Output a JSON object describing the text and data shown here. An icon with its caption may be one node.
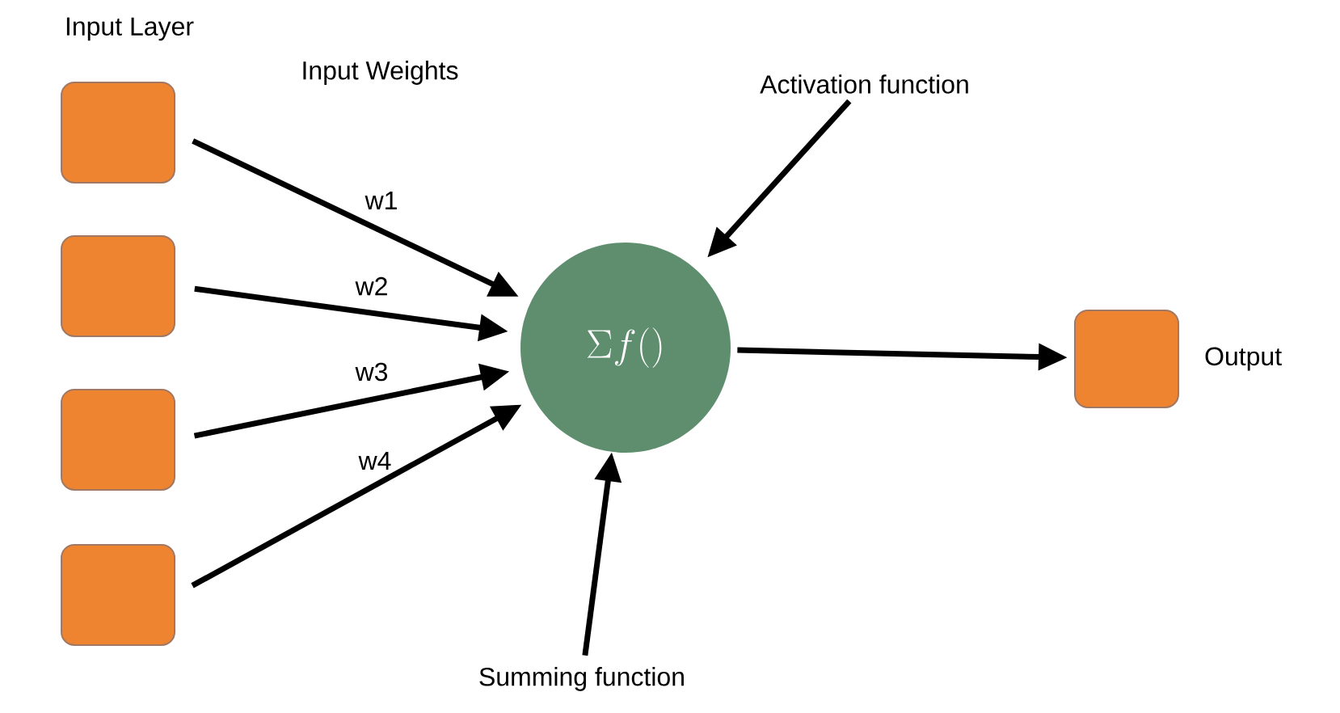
{
  "diagram": {
    "nodes": [
      {
        "text": [],
        "shape": "box"
      },
      {
        "text": [],
        "shape": "box"
      },
      {
        "text": [],
        "shape": "box"
      },
      {
        "text": [],
        "shape": "box"
      },
      {
        "text": [
          "\\Sigma f()"
        ]
      },
      {
        "text": [],
        "shape": "box",
        "beside": [
          "Output"
        ]
      },
      {
        "text": [
          "Activation function"
        ]
      },
      {
        "text": [
          "Summing function"
        ]
      }
    ],
    "edges": [
      {
        "from": 0,
        "to": 4,
        "arrow": "to",
        "label": "w1"
      },
      {
        "from": 1,
        "to": 4,
        "arrow": "to",
        "label": "w2"
      },
      {
        "from": 2,
        "to": 4,
        "arrow": "to",
        "label": "w3"
      },
      {
        "from": 3,
        "to": 4,
        "arrow": "to",
        "label": "w4"
      },
      {
        "from": 4,
        "to": 5,
        "arrow": "to"
      },
      {
        "from": 6,
        "to": 4,
        "arrow": "to"
      },
      {
        "from": 7,
        "to": 4,
        "arrow": "to"
      }
    ],
    "labels": [
      "Input Layer",
      "Input Weights"
    ]
  }
}
